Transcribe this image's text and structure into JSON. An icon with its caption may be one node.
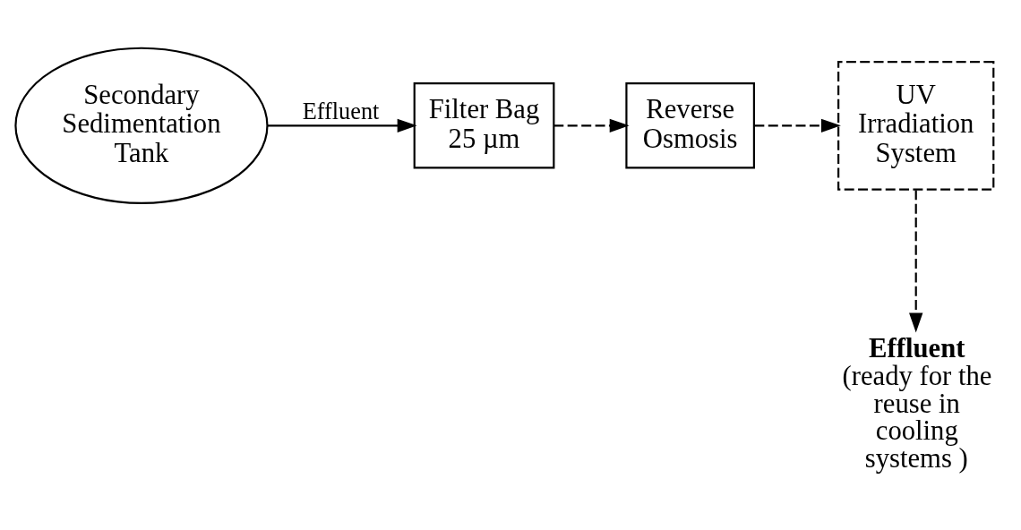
{
  "diagram": {
    "nodes": [
      {
        "text": [
          "Secondary Sedimentation Tank"
        ]
      },
      {
        "text": [
          "Filter Bag 25 µm"
        ]
      },
      {
        "text": [
          "Reverse Osmosis"
        ]
      },
      {
        "text": [
          "UV Irradiation System"
        ]
      },
      {
        "text": [
          "Effluent",
          "(ready for the reuse in cooling systems )"
        ]
      }
    ],
    "edges": [
      {
        "from": 0,
        "to": 1,
        "arrow": "to",
        "label": "Effluent"
      },
      {
        "from": 1,
        "to": 2,
        "arrow": "to",
        "style": "dashed"
      },
      {
        "from": 2,
        "to": 3,
        "arrow": "to",
        "style": "dashed"
      },
      {
        "from": 3,
        "to": 4,
        "arrow": "to",
        "style": "dashed"
      }
    ]
  }
}
